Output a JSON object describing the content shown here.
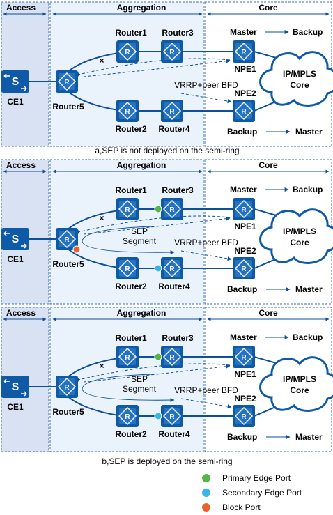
{
  "headers": {
    "access": "Access",
    "aggregation": "Aggregation",
    "core": "Core"
  },
  "labels": {
    "router1": "Router1",
    "router2": "Router2",
    "router3": "Router3",
    "router4": "Router4",
    "router5": "Router5",
    "ce1": "CE1",
    "npe1": "NPE1",
    "npe2": "NPE2",
    "master": "Master",
    "backup": "Backup",
    "core_line1": "IP/MPLS",
    "core_line2": "Core",
    "vrrp": "VRRP+peer BFD",
    "sep_line1": "SEP",
    "sep_line2": "Segment",
    "switch_glyph": "S",
    "router_glyph": "R",
    "break_mark": "×"
  },
  "captions": {
    "a": "a,SEP is not deployed on the semi-ring",
    "b": "b,SEP is deployed on the semi-ring"
  },
  "legend": [
    {
      "label": "Primary Edge Port",
      "color": "#55b548"
    },
    {
      "label": "Secondary Edge Port",
      "color": "#38b6e8"
    },
    {
      "label": "Block Port",
      "color": "#e8642a"
    }
  ],
  "colors": {
    "device": "#0e5aa7",
    "link": "#0e4f9a",
    "zone_access": "#d9e2f3",
    "zone_agg": "#eaf2fb"
  }
}
